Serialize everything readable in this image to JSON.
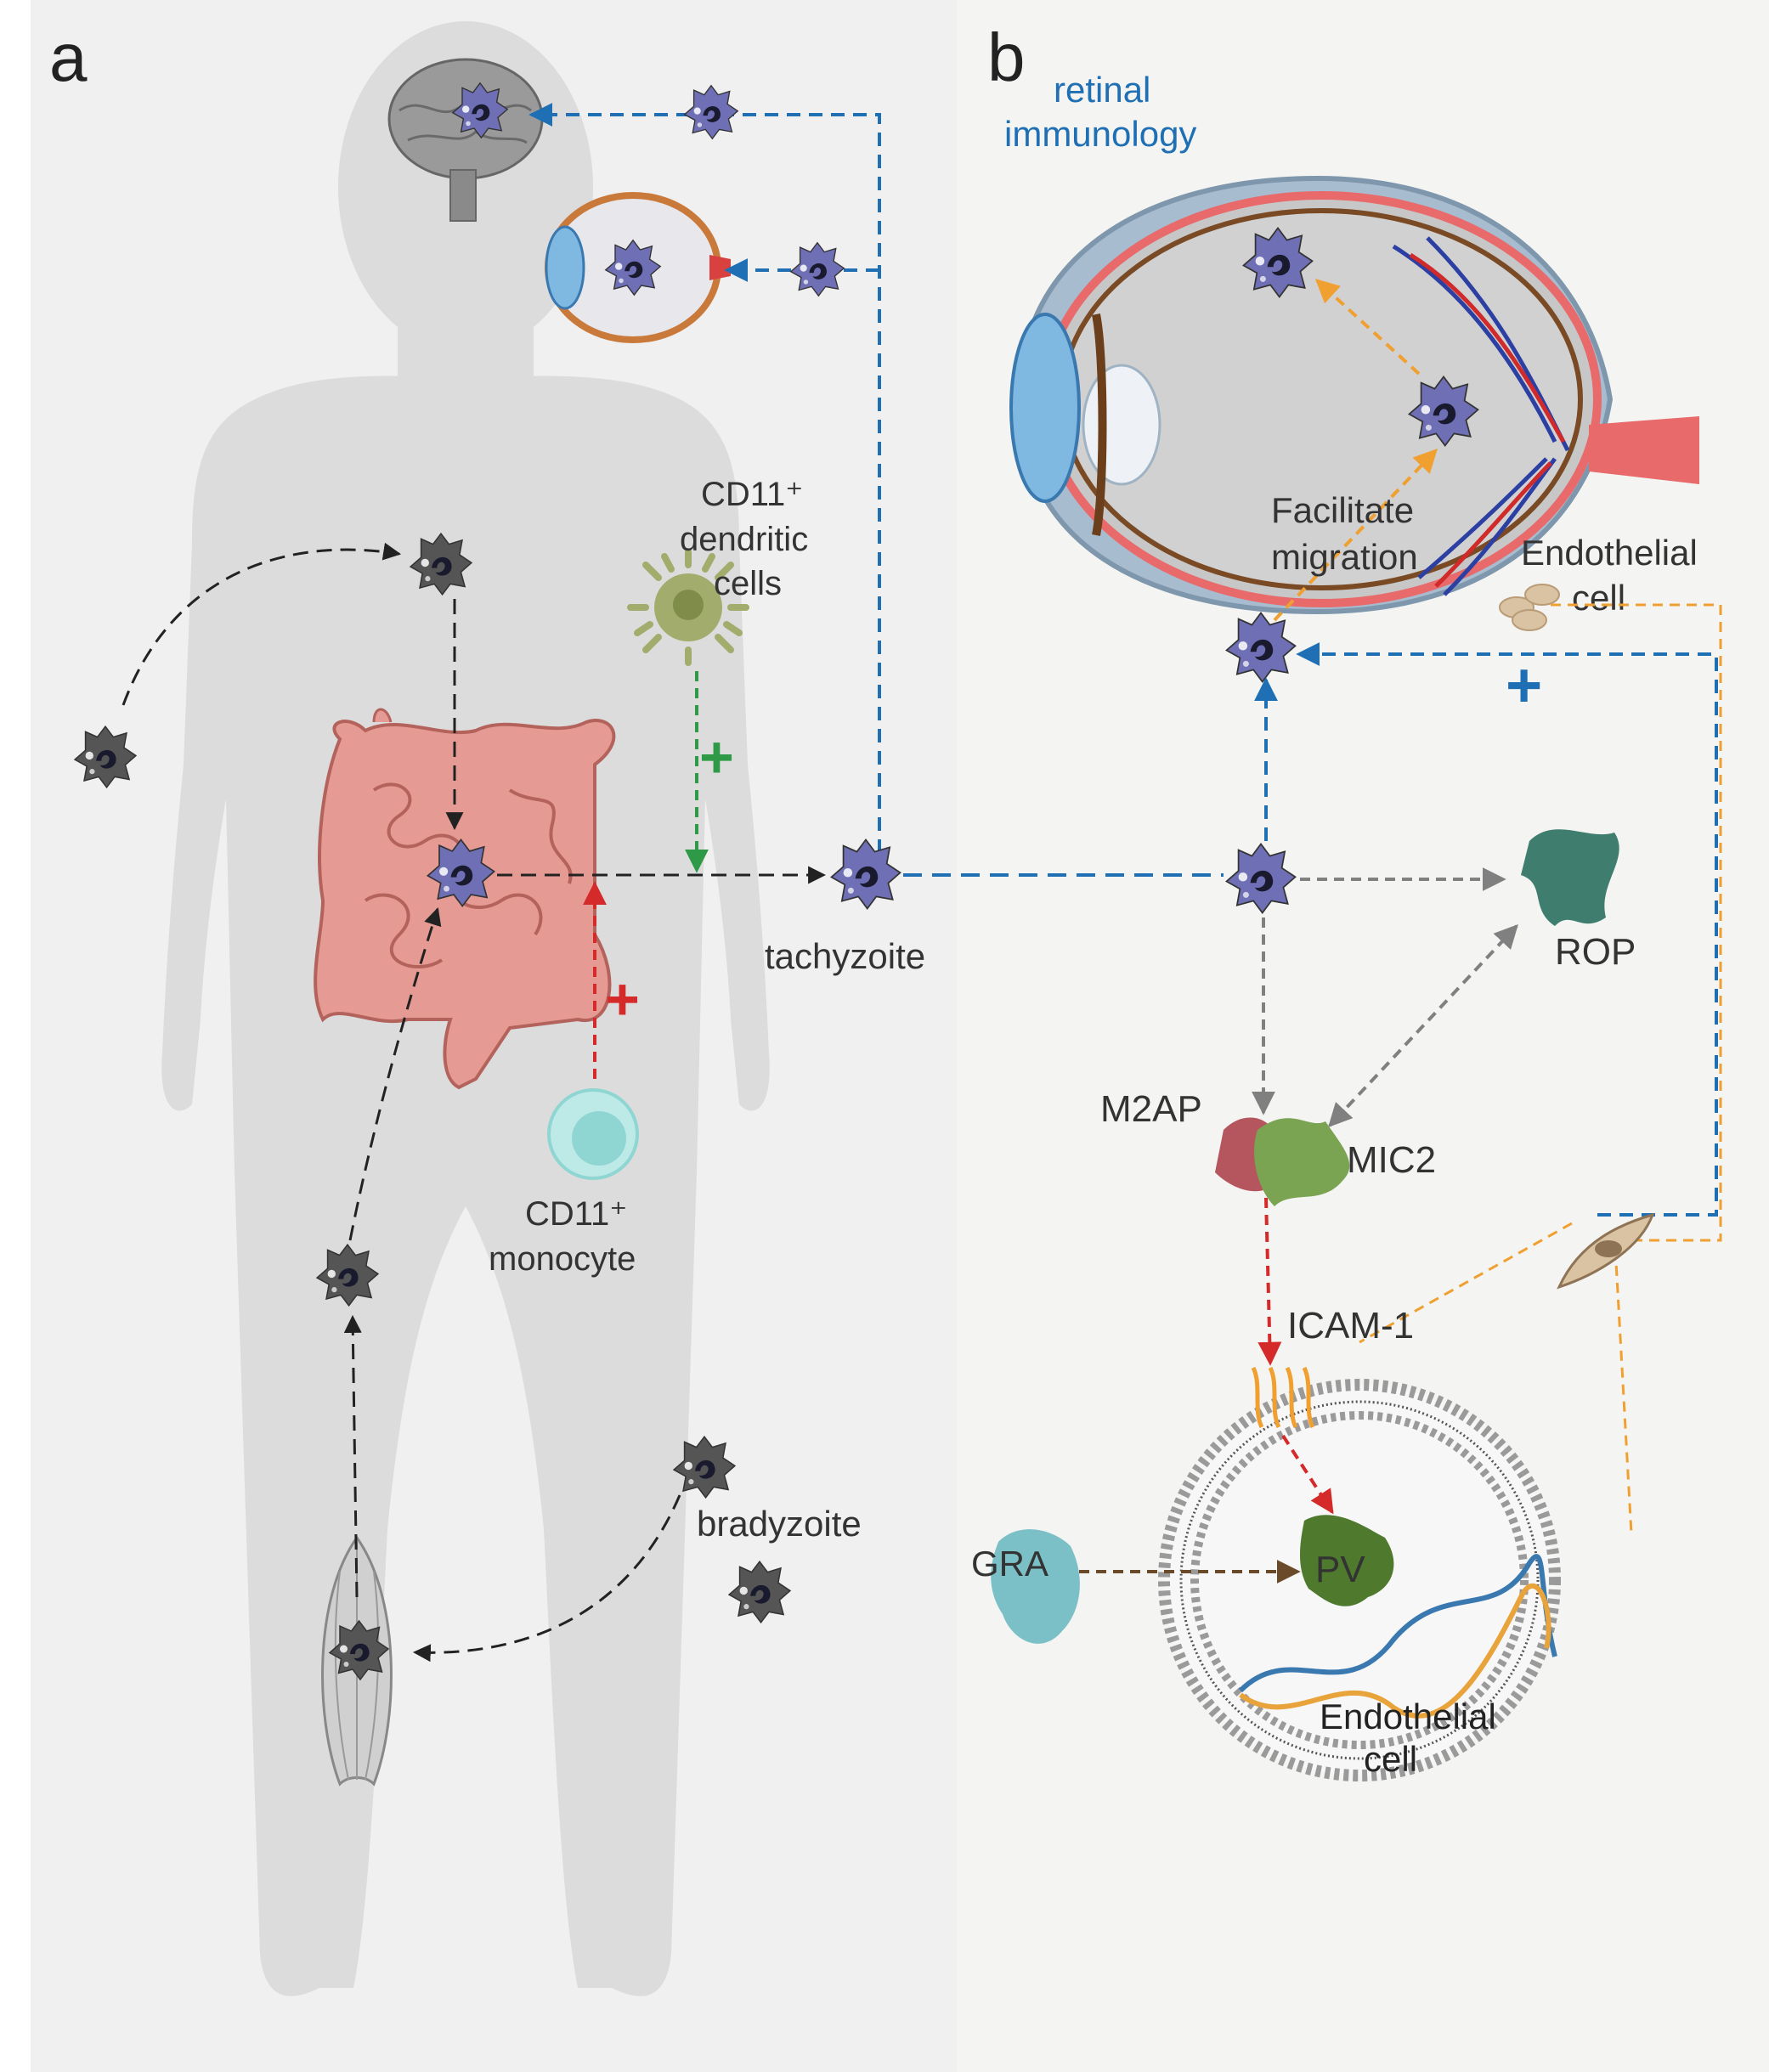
{
  "panels": {
    "a": {
      "letter": "a"
    },
    "b": {
      "letter": "b",
      "title_line1": "retinal",
      "title_line2": "immunology"
    }
  },
  "labels": {
    "dendritic_line1": "CD11⁺",
    "dendritic_line2": "dendritic",
    "dendritic_line3": "cells",
    "monocyte_line1": "CD11⁺",
    "monocyte_line2": "monocyte",
    "tachyzoite": "tachyzoite",
    "bradyzoite": "bradyzoite",
    "facilitate_line1": "Facilitate",
    "facilitate_line2": "migration",
    "endothelial_top_line1": "Endothelial",
    "endothelial_top_line2": "cell",
    "rop": "ROP",
    "m2ap": "M2AP",
    "mic2": "MIC2",
    "icam1": "ICAM-1",
    "gra": "GRA",
    "pv": "PV",
    "endothelial_bottom_line1": "Endothelial",
    "endothelial_bottom_line2": "cell"
  },
  "signs": {
    "green_plus": "+",
    "red_plus": "+",
    "blue_plus": "+"
  },
  "colors": {
    "panel_a_bg": "#f0f0f0",
    "panel_b_bg": "#f4f4f2",
    "body_silhouette": "#dcdcdc",
    "tachyzoite": "#6f6fb6",
    "bradyzoite": "#555555",
    "blue_arrow": "#1f6fb5",
    "green_arrow": "#2e9a47",
    "red_arrow": "#d42a2a",
    "orange_arrow": "#f0a030",
    "gray_arrow": "#808080",
    "brown_arrow": "#6b4a2a",
    "black_arrow": "#222222",
    "rop": "#3f7d6e",
    "m2ap": "#b5555e",
    "mic2": "#7aa352",
    "gra": "#7bbfc7",
    "pv": "#4f7a2e",
    "dendritic_cell": "#a2ad6d",
    "monocyte": "#8fd6d3",
    "intestine": "#e59a93",
    "endothelial_cell": "#d9c3a3"
  }
}
